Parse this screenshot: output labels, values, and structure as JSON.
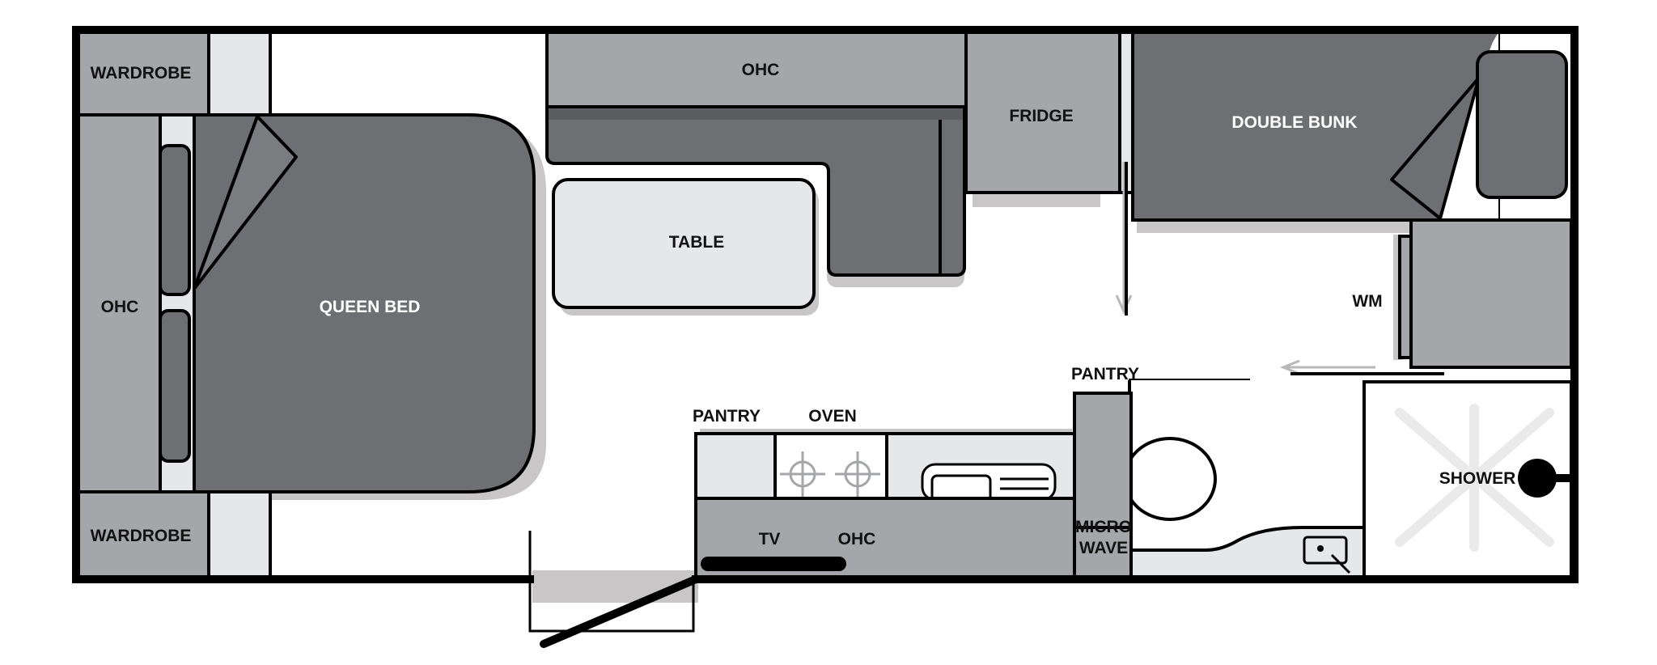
{
  "colors": {
    "outline": "#000000",
    "dark_fill": "#6e6f72",
    "medium_fill": "#a5a6a9",
    "light_fill": "#e6e7e8",
    "shadow": "#c8c6c6",
    "background": "#ffffff",
    "dark_label_text": "#111111",
    "light_label_text": "#ffffff"
  },
  "labels": {
    "wardrobe_top": "WARDROBE",
    "wardrobe_bottom": "WARDROBE",
    "ohc_left": "OHC",
    "queen_bed": "QUEEN BED",
    "ohc_top": "OHC",
    "table": "TABLE",
    "fridge": "FRIDGE",
    "double_bunk": "DOUBLE BUNK",
    "wm": "WM",
    "pantry_right": "PANTRY",
    "pantry_left": "PANTRY",
    "oven": "OVEN",
    "tv": "TV",
    "ohc_bottom": "OHC",
    "micro_line1": "MICRO",
    "micro_line2": "WAVE",
    "shower": "SHOWER"
  },
  "icons": {
    "cooktop": "burner-crosshair-icon",
    "sink": "sink-icon",
    "shower_drain": "shower-x-icon",
    "shower_head": "shower-head-icon",
    "door_swing": "door-swing-arrow-icon",
    "sliding_door": "sliding-door-arrow-icon"
  }
}
